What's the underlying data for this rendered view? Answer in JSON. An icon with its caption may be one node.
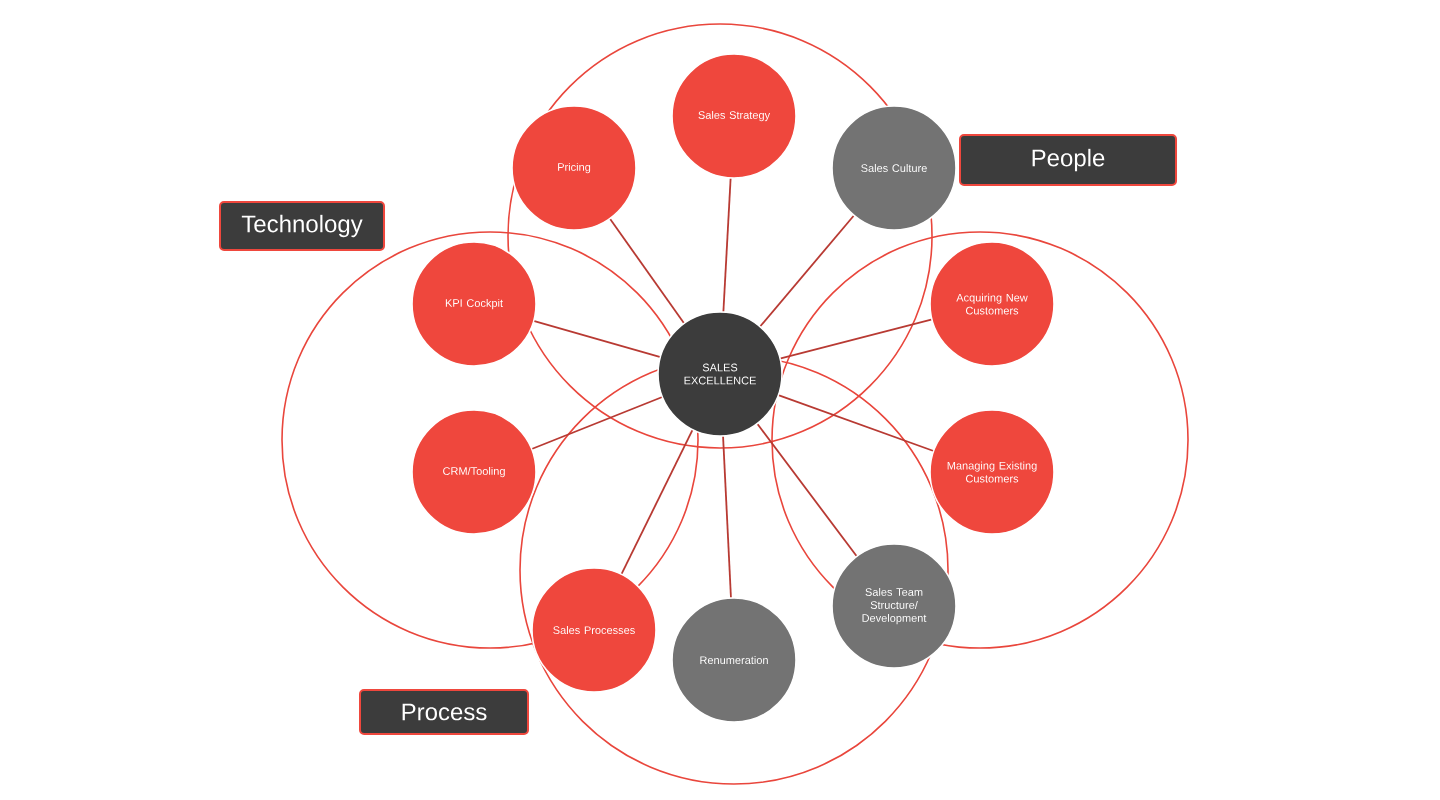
{
  "diagram": {
    "nodes": [
      {
        "text": [
          "Sales Strategy"
        ]
      },
      {
        "text": [
          "Pricing"
        ]
      },
      {
        "text": [
          "Sales Culture"
        ]
      },
      {
        "text": [
          "People"
        ]
      },
      {
        "text": [
          "Technology"
        ]
      },
      {
        "text": [
          "KPI Cockpit"
        ]
      },
      {
        "text": [
          "Acquiring New Customers"
        ]
      },
      {
        "text": [
          "SALES EXCELLENCE"
        ]
      },
      {
        "text": [
          "CRM/Tooling"
        ]
      },
      {
        "text": [
          "Managing Existing Customers"
        ]
      },
      {
        "text": [
          "Sales Team Structure/ Development"
        ]
      },
      {
        "text": [
          "Sales Processes"
        ]
      },
      {
        "text": [
          "Renumeration"
        ]
      },
      {
        "text": [
          "Process"
        ]
      }
    ],
    "edges": [
      {
        "from": 7,
        "to": 0,
        "arrow": "none"
      },
      {
        "from": 7,
        "to": 1,
        "arrow": "none"
      },
      {
        "from": 7,
        "to": 2,
        "arrow": "none"
      },
      {
        "from": 7,
        "to": 5,
        "arrow": "none"
      },
      {
        "from": 7,
        "to": 6,
        "arrow": "none"
      },
      {
        "from": 7,
        "to": 8,
        "arrow": "none"
      },
      {
        "from": 7,
        "to": 9,
        "arrow": "none"
      },
      {
        "from": 7,
        "to": 10,
        "arrow": "none"
      },
      {
        "from": 7,
        "to": 11,
        "arrow": "none"
      },
      {
        "from": 7,
        "to": 12,
        "arrow": "none"
      }
    ]
  }
}
